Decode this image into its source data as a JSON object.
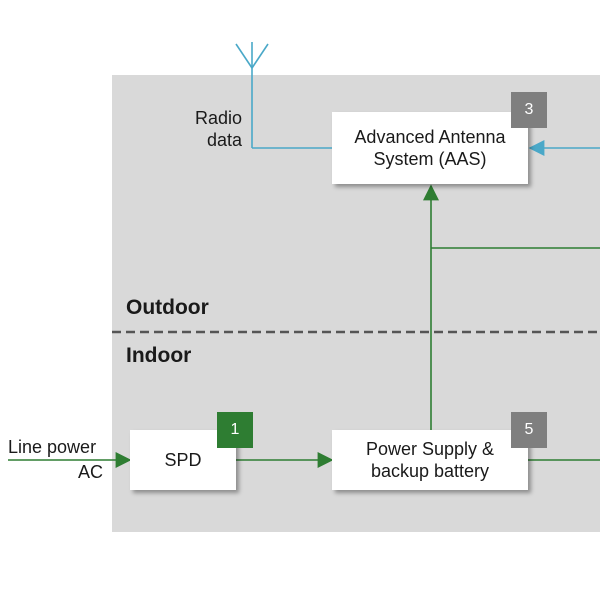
{
  "colors": {
    "region": "#d9d9d9",
    "power_line": "#2e7d32",
    "radio_line": "#4aa8c8",
    "badge_green": "#2e7d32",
    "badge_gray": "#7f7f7f",
    "divider": "#555555"
  },
  "zones": {
    "outdoor": "Outdoor",
    "indoor": "Indoor"
  },
  "labels": {
    "radio_data": "Radio\ndata",
    "line_power": "Line power",
    "ac": "AC"
  },
  "nodes": {
    "aas": {
      "label": "Advanced Antenna\nSystem (AAS)",
      "badge": "3"
    },
    "spd": {
      "label": "SPD",
      "badge": "1"
    },
    "psu": {
      "label": "Power Supply &\nbackup battery",
      "badge": "5"
    }
  }
}
